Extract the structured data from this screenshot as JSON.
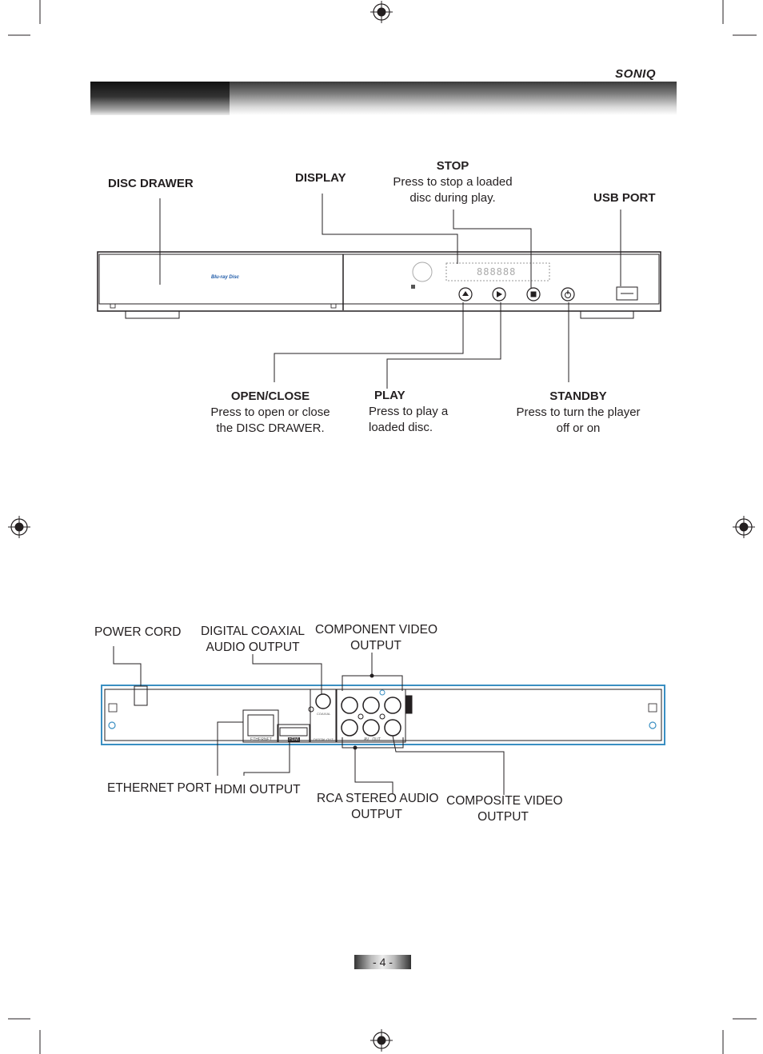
{
  "brand": "SONIQ",
  "front_panel": {
    "disc_drawer": "DISC DRAWER",
    "display": "DISPLAY",
    "stop": {
      "title": "STOP",
      "line1": "Press to stop a loaded",
      "line2": "disc during play."
    },
    "usb_port": "USB PORT",
    "open_close": {
      "title": "OPEN/CLOSE",
      "line1": "Press to open or close",
      "line2": "the DISC DRAWER."
    },
    "play": {
      "title": "PLAY",
      "line1": "Press to play a",
      "line2": "loaded disc."
    },
    "standby": {
      "title": "STANDBY",
      "line1": "Press to turn the player",
      "line2": "off or on"
    },
    "bluray_logo": "Blu-ray Disc",
    "display_digits": "888888"
  },
  "rear_panel": {
    "power_cord": "POWER CORD",
    "digital_coaxial": {
      "line1": "DIGITAL COAXIAL",
      "line2": "AUDIO OUTPUT"
    },
    "component_video": {
      "line1": "COMPONENT VIDEO",
      "line2": "OUTPUT"
    },
    "ethernet_port": "ETHERNET PORT",
    "hdmi_output": "HDMI OUTPUT",
    "rca_stereo": {
      "line1": "RCA STEREO AUDIO",
      "line2": "OUTPUT"
    },
    "composite_video": {
      "line1": "COMPOSITE VIDEO",
      "line2": "OUTPUT"
    },
    "jack_labels": {
      "ethernet": "ETHERNET",
      "hdmi": "HDMI",
      "digital_out": "DIGITAL OUT",
      "coaxial": "COAXIAL",
      "av_out": "AV   OUT"
    }
  },
  "page_number": "- 4 -"
}
